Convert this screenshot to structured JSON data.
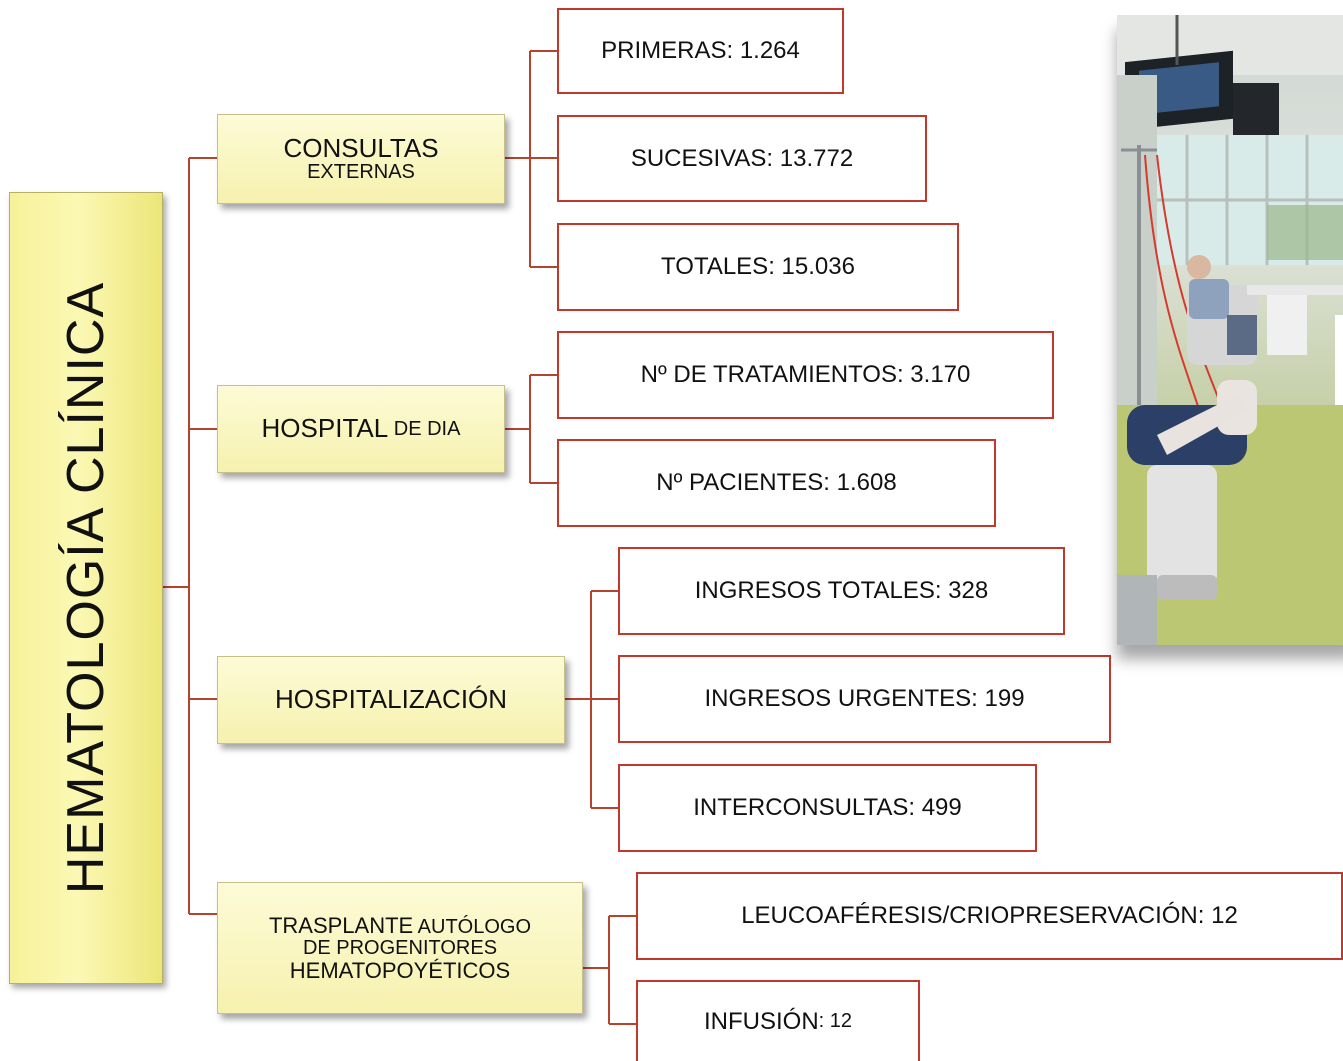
{
  "root": {
    "title": "HEMATOLOGÍA CLÍNICA"
  },
  "categories": {
    "consultas": {
      "line1": "CONSULTAS",
      "line2": "EXTERNAS"
    },
    "hospital_dia": {
      "word": "HOSPITAL",
      "rest": " DE DIA"
    },
    "hospitalizacion": {
      "label": "HOSPITALIZACIÓN"
    },
    "trasplante": {
      "word": "TRASPLANTE",
      "rest": " AUTÓLOGO",
      "line2": "DE PROGENITORES",
      "line3": "HEMATOPOYÉTICOS"
    }
  },
  "leaves": {
    "primeras": "PRIMERAS: 1.264",
    "sucesivas": "SUCESIVAS: 13.772",
    "totales": "TOTALES: 15.036",
    "tratamientos": "Nº DE TRATAMIENTOS: 3.170",
    "pacientes": "Nº PACIENTES: 1.608",
    "ingresos_totales": "INGRESOS TOTALES: 328",
    "ingresos_urgentes": "INGRESOS URGENTES: 199",
    "interconsultas": "INTERCONSULTAS: 499",
    "leucoaferesis": "LEUCOAFÉRESIS/CRIOPRESERVACIÓN: 12",
    "infusion_label": "INFUSIÓN",
    "infusion_value": ": 12"
  },
  "colors": {
    "connector": "#b5442e",
    "leaf_border": "#c0392b",
    "box_fill": "#f6f1ae"
  },
  "photo": {
    "icon": "hospital-day-ward-photo"
  }
}
